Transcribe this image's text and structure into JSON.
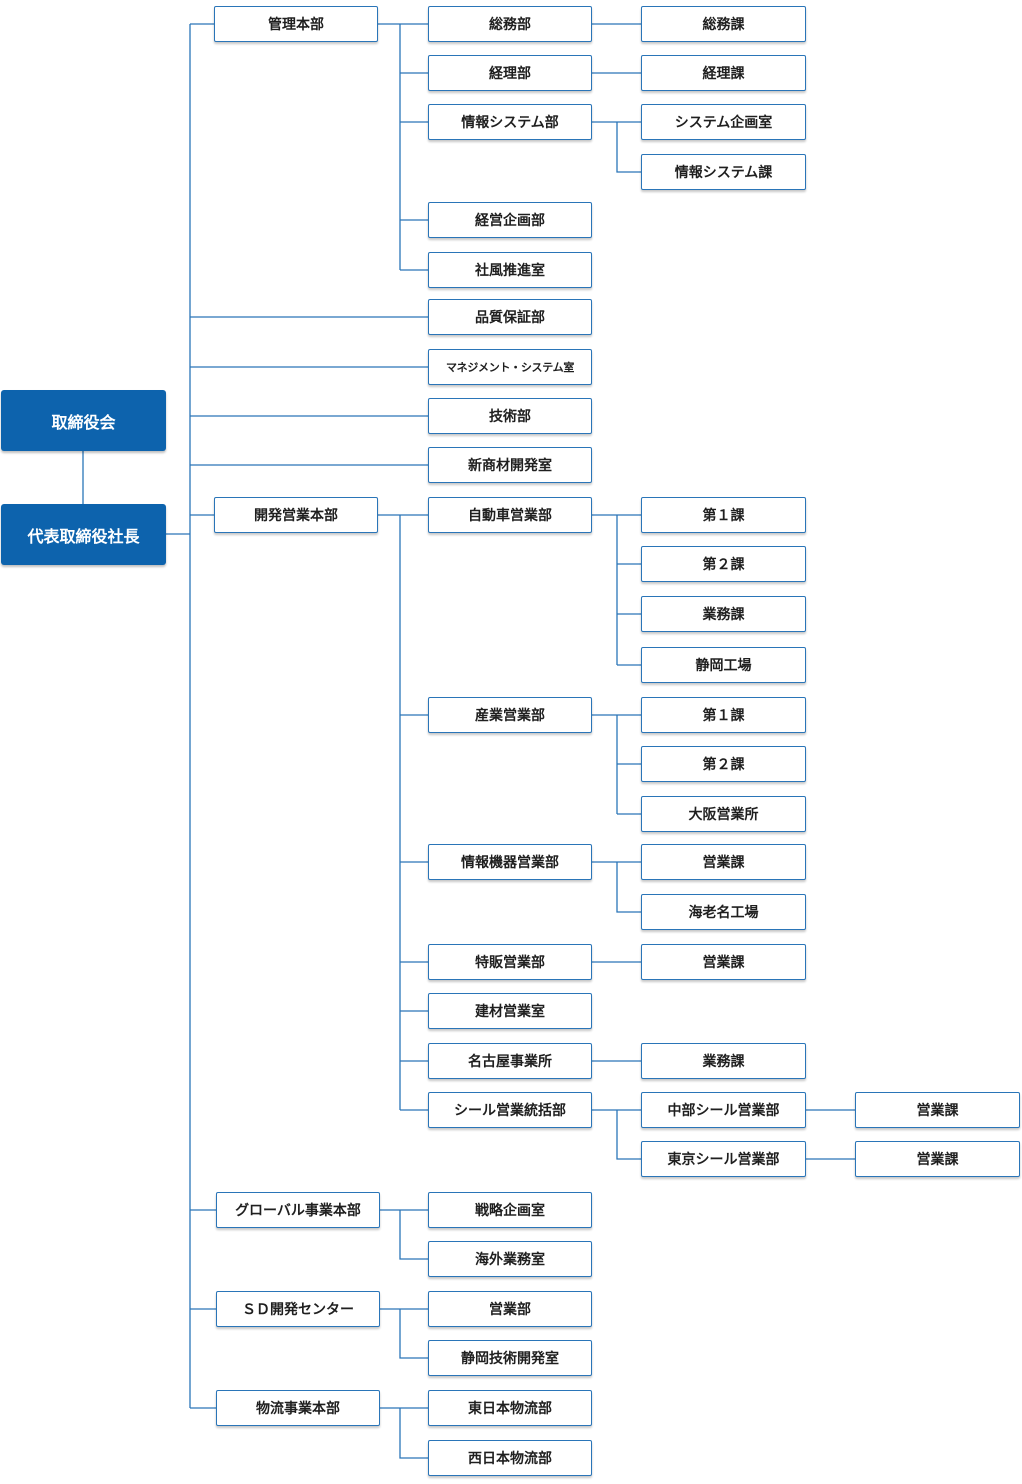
{
  "colors": {
    "line": "#2a75b8",
    "top_box": "#0d63ad",
    "box_border": "#2a75b8",
    "text": "#1f1f1f"
  },
  "top": {
    "board": "取締役会",
    "president": "代表取締役社長"
  },
  "admin": {
    "name": "管理本部",
    "somu": "総務部",
    "somu_ka": "総務課",
    "keiri": "経理部",
    "keiri_ka": "経理課",
    "joho": "情報システム部",
    "joho_kikaku": "システム企画室",
    "joho_ka": "情報システム課",
    "keiei": "経営企画部",
    "shafu": "社風推進室"
  },
  "direct": {
    "hinshitsu": "品質保証部",
    "mgmt": "マネジメント・システム室",
    "gijutsu": "技術部",
    "shinsozai": "新商材開発室"
  },
  "sales": {
    "name": "開発営業本部",
    "auto": "自動車営業部",
    "auto_1": "第１課",
    "auto_2": "第２課",
    "auto_gyomu": "業務課",
    "auto_shizuoka": "静岡工場",
    "sangyo": "産業営業部",
    "sangyo_1": "第１課",
    "sangyo_2": "第２課",
    "sangyo_osaka": "大阪営業所",
    "joho": "情報機器営業部",
    "joho_eigyo": "営業課",
    "joho_ebina": "海老名工場",
    "tokuhan": "特販営業部",
    "tokuhan_eigyo": "営業課",
    "kenzai": "建材営業室",
    "nagoya": "名古屋事業所",
    "nagoya_gyomu": "業務課",
    "seal": "シール営業統括部",
    "seal_chubu": "中部シール営業部",
    "seal_chubu_ka": "営業課",
    "seal_tokyo": "東京シール営業部",
    "seal_tokyo_ka": "営業課"
  },
  "global": {
    "name": "グローバル事業本部",
    "senryaku": "戦略企画室",
    "kaigai": "海外業務室"
  },
  "sd": {
    "name": "ＳＤ開発センター",
    "eigyo": "営業部",
    "shizuoka": "静岡技術開発室"
  },
  "logistics": {
    "name": "物流事業本部",
    "east": "東日本物流部",
    "west": "西日本物流部"
  }
}
